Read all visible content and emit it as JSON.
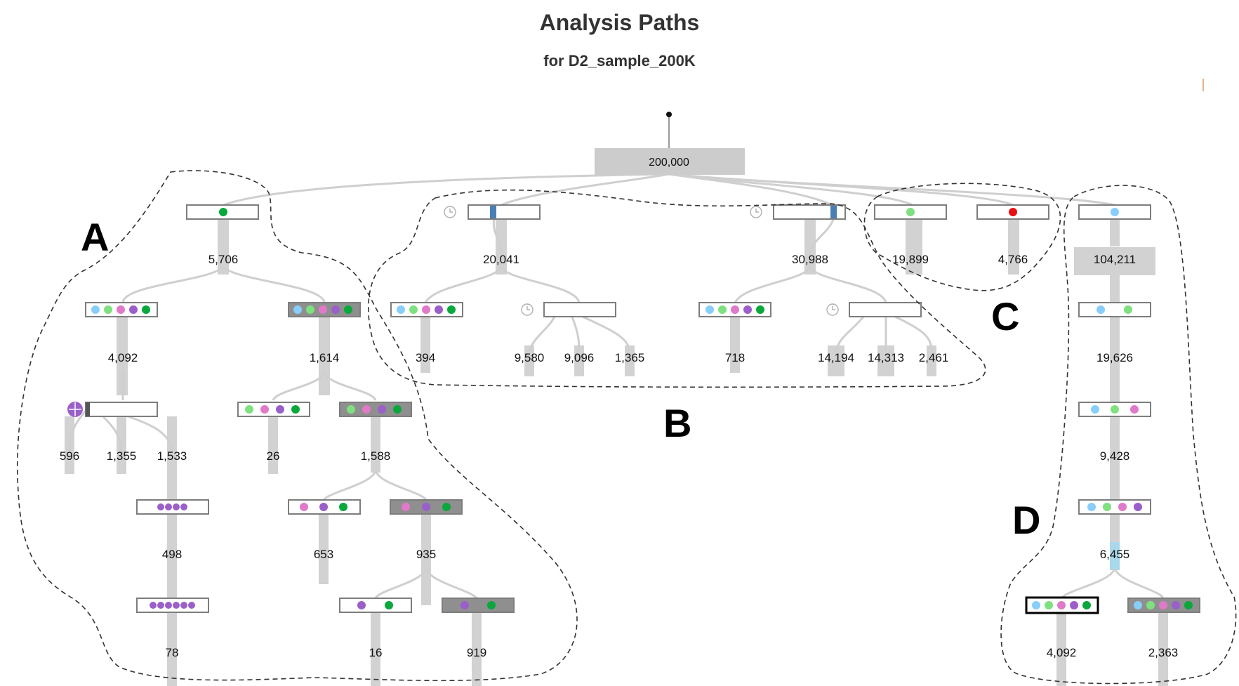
{
  "title": "Analysis Paths",
  "subtitle": "for D2_sample_200K",
  "colors": {
    "light_blue": "#87cefa",
    "light_green": "#7fe07f",
    "pink": "#e07ac8",
    "purple": "#9b5fc9",
    "green": "#0aa83c",
    "red": "#e81010",
    "steel_blue": "#4a7fb5",
    "gray_fill": "#8f8f8f",
    "box_fill": "#ffffff"
  },
  "region_labels": {
    "a": "A",
    "b": "B",
    "c": "C",
    "d": "D"
  },
  "tree": {
    "root_count": "200,000",
    "region_a": {
      "top_count": "5,706",
      "left_count": "4,092",
      "right_count": "1,614",
      "sub_counts_left": [
        "596",
        "1,355",
        "1,533"
      ],
      "count_26": "26",
      "count_1588": "1,588",
      "count_498": "498",
      "count_653": "653",
      "count_935": "935",
      "count_78": "78",
      "count_16": "16",
      "count_919": "919"
    },
    "region_b": {
      "left_count": "20,041",
      "right_count": "30,988",
      "left_children": [
        "394",
        "9,580",
        "9,096",
        "1,365"
      ],
      "right_children": [
        "718",
        "14,194",
        "14,313",
        "2,461"
      ]
    },
    "region_c": {
      "counts": [
        "19,899",
        "4,766"
      ]
    },
    "region_d": {
      "top_count": "104,211",
      "count_2": "19,626",
      "count_3": "9,428",
      "count_4": "6,455",
      "leaves": [
        "4,092",
        "2,363"
      ]
    }
  }
}
